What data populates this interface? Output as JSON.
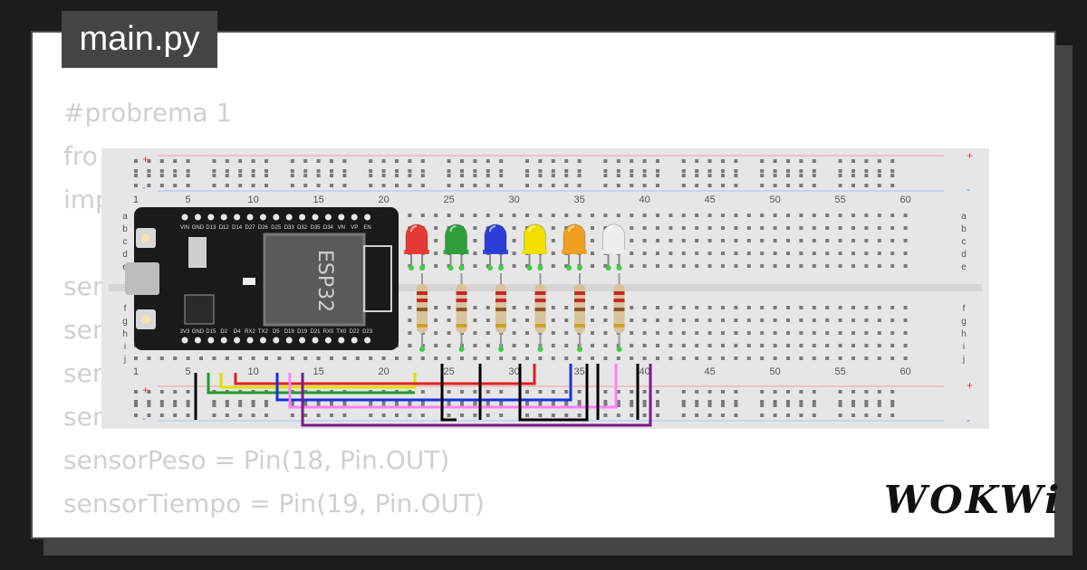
{
  "editor": {
    "tab_label": "main.py",
    "code_lines": [
      "#probrema 1",
      "fro",
      "imp",
      "",
      "sen",
      "sen",
      "sen",
      "sen",
      "sensorPeso = Pin(18, Pin.OUT)",
      "sensorTiempo = Pin(19, Pin.OUT)"
    ]
  },
  "breadboard": {
    "column_numbers": [
      "1",
      "5",
      "10",
      "15",
      "20",
      "25",
      "30",
      "35",
      "40",
      "45",
      "50",
      "55",
      "60"
    ],
    "row_letters_top": [
      "a",
      "b",
      "c",
      "d",
      "e"
    ],
    "row_letters_bottom": [
      "f",
      "g",
      "h",
      "i",
      "j"
    ],
    "rail_plus": "+",
    "rail_minus": "-"
  },
  "esp32": {
    "chip_label": "ESP32",
    "top_pins": [
      "VIN",
      "GND",
      "D13",
      "D12",
      "D14",
      "D27",
      "D26",
      "D25",
      "D33",
      "D32",
      "D35",
      "D34",
      "VN",
      "VP",
      "EN"
    ],
    "bottom_pins": [
      "3V3",
      "GND",
      "D15",
      "D2",
      "D4",
      "RX2",
      "TX2",
      "D5",
      "D18",
      "D19",
      "D21",
      "RX0",
      "TX0",
      "D22",
      "D23"
    ]
  },
  "leds": [
    {
      "color": "#e53935"
    },
    {
      "color": "#2e9e3a"
    },
    {
      "color": "#2b3fd6"
    },
    {
      "color": "#f1e000"
    },
    {
      "color": "#f0a020"
    },
    {
      "color": "#eeeeee"
    }
  ],
  "brand": {
    "logo_text": "WOKWi"
  }
}
